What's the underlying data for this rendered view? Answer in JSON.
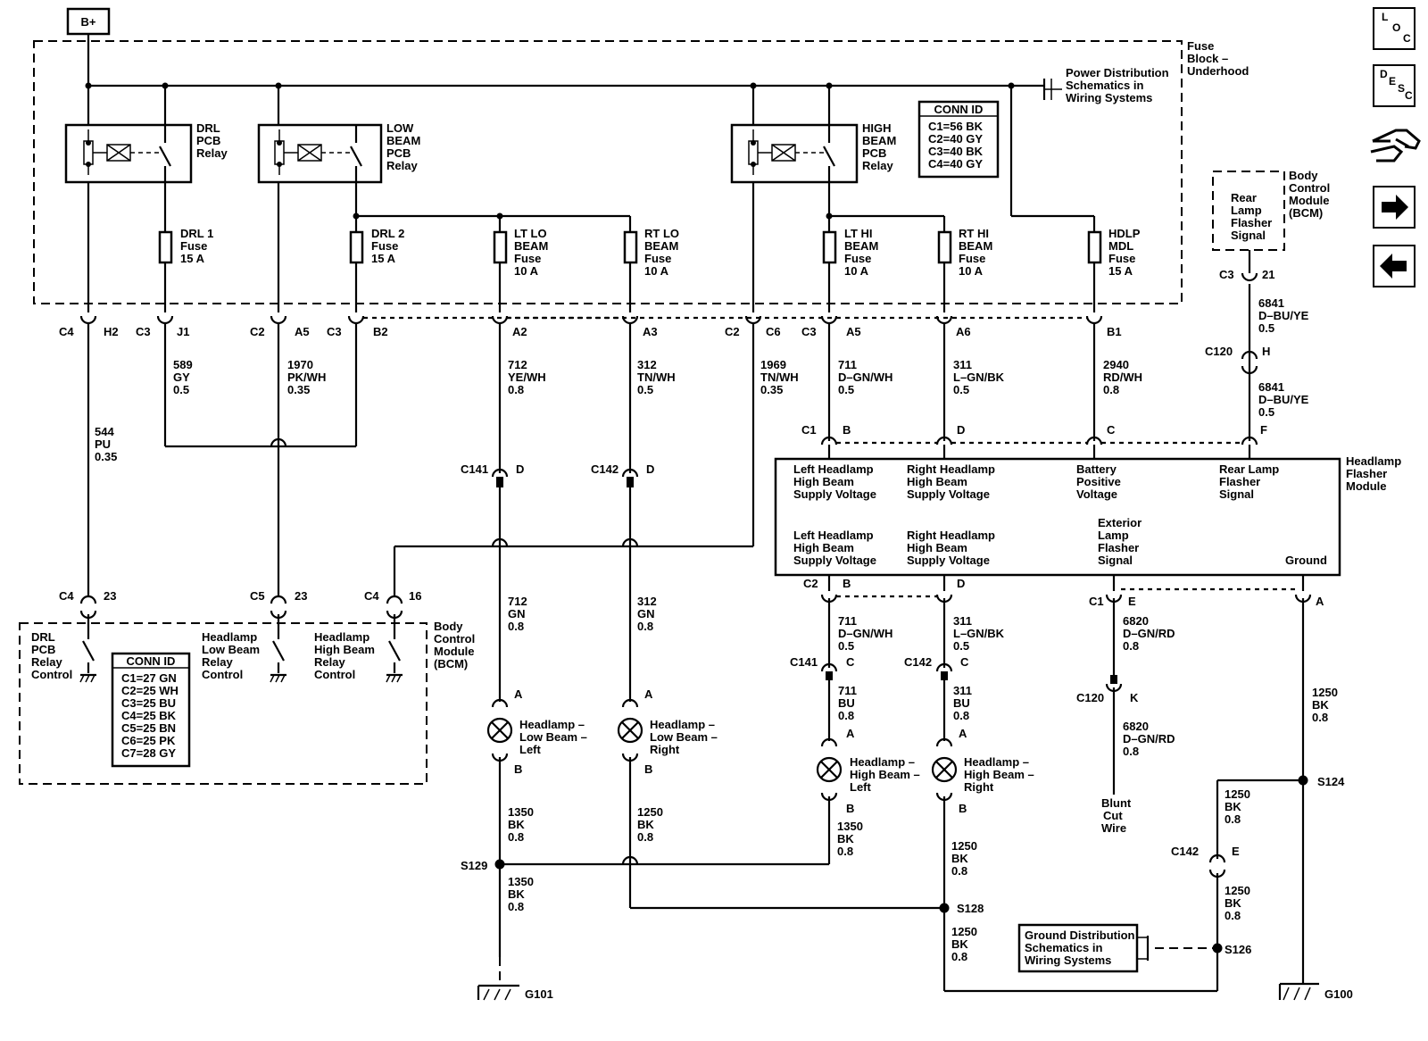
{
  "nav": {
    "loc": [
      "L",
      "O",
      "C"
    ],
    "desc": [
      "D",
      "E",
      "S",
      "C"
    ]
  },
  "battery": "B+",
  "fuse_block": [
    "Fuse",
    "Block –",
    "Underhood"
  ],
  "power_dist": [
    "Power Distribution",
    "Schematics in",
    "Wiring Systems"
  ],
  "relays": {
    "drl": [
      "DRL",
      "PCB",
      "Relay"
    ],
    "low": [
      "LOW",
      "BEAM",
      "PCB",
      "Relay"
    ],
    "high": [
      "HIGH",
      "BEAM",
      "PCB",
      "Relay"
    ]
  },
  "conn_id_top": {
    "title": "CONN ID",
    "lines": [
      "C1=56 BK",
      "C2=40 GY",
      "C3=40 BK",
      "C4=40 GY"
    ]
  },
  "conn_id_bcm": {
    "title": "CONN ID",
    "lines": [
      "C1=27 GN",
      "C2=25 WH",
      "C3=25 BU",
      "C4=25 BK",
      "C5=25 BN",
      "C6=25 PK",
      "C7=28 GY"
    ]
  },
  "fuses": {
    "drl1": [
      "DRL 1",
      "Fuse",
      "15 A"
    ],
    "drl2": [
      "DRL 2",
      "Fuse",
      "15 A"
    ],
    "ltlo": [
      "LT LO",
      "BEAM",
      "Fuse",
      "10 A"
    ],
    "rtlo": [
      "RT LO",
      "BEAM",
      "Fuse",
      "10 A"
    ],
    "lthi": [
      "LT HI",
      "BEAM",
      "Fuse",
      "10 A"
    ],
    "rthi": [
      "RT HI",
      "BEAM",
      "Fuse",
      "10 A"
    ],
    "hdlp": [
      "HDLP",
      "MDL",
      "Fuse",
      "15 A"
    ]
  },
  "connectors": {
    "c4": "C4",
    "h2": "H2",
    "c3a": "C3",
    "j1": "J1",
    "c2a": "C2",
    "a5a": "A5",
    "c3b": "C3",
    "b2": "B2",
    "a2": "A2",
    "a3": "A3",
    "c2b": "C2",
    "c6": "C6",
    "c3c": "C3",
    "a5b": "A5",
    "a6": "A6",
    "b1": "B1",
    "c141a": "C141",
    "d1": "D",
    "c142a": "C142",
    "d2": "D",
    "c1a": "C1",
    "b_c1": "B",
    "d_c1": "D",
    "c_c1": "C",
    "f_c1": "F",
    "c2c": "C2",
    "b_c2": "B",
    "d_c2": "D",
    "c1b": "C1",
    "e_c1": "E",
    "a_gnd": "A",
    "c141b": "C141",
    "c_a": "C",
    "c142b": "C142",
    "c_b": "C",
    "c120a": "C120",
    "h": "H",
    "c3bcm": "C3",
    "n21": "21",
    "c120b": "C120",
    "k": "K",
    "c4bcm": "C4",
    "n23a": "23",
    "c5bcm": "C5",
    "n23b": "23",
    "c4bcm2": "C4",
    "n16": "16",
    "c142c": "C142",
    "e2": "E",
    "al1": "A",
    "bl1": "B",
    "al2": "A",
    "bl2": "B",
    "ah1": "A",
    "bh1": "B",
    "ah2": "A",
    "bh2": "B"
  },
  "wires": {
    "w589": [
      "589",
      "GY",
      "0.5"
    ],
    "w1970": [
      "1970",
      "PK/WH",
      "0.35"
    ],
    "w544": [
      "544",
      "PU",
      "0.35"
    ],
    "w712a": [
      "712",
      "YE/WH",
      "0.8"
    ],
    "w312a": [
      "312",
      "TN/WH",
      "0.5"
    ],
    "w1969": [
      "1969",
      "TN/WH",
      "0.35"
    ],
    "w711a": [
      "711",
      "D–GN/WH",
      "0.5"
    ],
    "w311a": [
      "311",
      "L–GN/BK",
      "0.5"
    ],
    "w2940": [
      "2940",
      "RD/WH",
      "0.8"
    ],
    "w6841a": [
      "6841",
      "D–BU/YE",
      "0.5"
    ],
    "w6841b": [
      "6841",
      "D–BU/YE",
      "0.5"
    ],
    "w712b": [
      "712",
      "GN",
      "0.8"
    ],
    "w312b": [
      "312",
      "GN",
      "0.8"
    ],
    "w711b": [
      "711",
      "D–GN/WH",
      "0.5"
    ],
    "w311b": [
      "311",
      "L–GN/BK",
      "0.5"
    ],
    "w711c": [
      "711",
      "BU",
      "0.8"
    ],
    "w311c": [
      "311",
      "BU",
      "0.8"
    ],
    "w6820a": [
      "6820",
      "D–GN/RD",
      "0.8"
    ],
    "w6820b": [
      "6820",
      "D–GN/RD",
      "0.8"
    ],
    "w1250a": [
      "1250",
      "BK",
      "0.8"
    ],
    "w1350a": [
      "1350",
      "BK",
      "0.8"
    ],
    "w1250b": [
      "1250",
      "BK",
      "0.8"
    ],
    "w1350b": [
      "1350",
      "BK",
      "0.8"
    ],
    "w1350c": [
      "1350",
      "BK",
      "0.8"
    ],
    "w1250c": [
      "1250",
      "BK",
      "0.8"
    ],
    "w1250d": [
      "1250",
      "BK",
      "0.8"
    ],
    "w1250e": [
      "1250",
      "BK",
      "0.8"
    ],
    "w1250f": [
      "1250",
      "BK",
      "0.8"
    ]
  },
  "module": {
    "name": [
      "Headlamp",
      "Flasher",
      "Module"
    ],
    "t1": [
      "Left Headlamp",
      "High Beam",
      "Supply Voltage"
    ],
    "t2": [
      "Right Headlamp",
      "High Beam",
      "Supply Voltage"
    ],
    "t3": [
      "Battery",
      "Positive",
      "Voltage"
    ],
    "t4": [
      "Rear Lamp",
      "Flasher",
      "Signal"
    ],
    "b1": [
      "Left Headlamp",
      "High Beam",
      "Supply Voltage"
    ],
    "b2": [
      "Right Headlamp",
      "High Beam",
      "Supply Voltage"
    ],
    "b3": [
      "Exterior",
      "Lamp",
      "Flasher",
      "Signal"
    ],
    "b4": "Ground"
  },
  "bcm_top": {
    "signal": [
      "Rear",
      "Lamp",
      "Flasher",
      "Signal"
    ],
    "name": [
      "Body",
      "Control",
      "Module",
      "(BCM)"
    ]
  },
  "bcm_bottom": {
    "name": [
      "Body",
      "Control",
      "Module",
      "(BCM)"
    ],
    "drl": [
      "DRL",
      "PCB",
      "Relay",
      "Control"
    ],
    "low": [
      "Headlamp",
      "Low Beam",
      "Relay",
      "Control"
    ],
    "high": [
      "Headlamp",
      "High Beam",
      "Relay",
      "Control"
    ]
  },
  "lamps": {
    "lowleft": [
      "Headlamp –",
      "Low Beam –",
      "Left"
    ],
    "lowright": [
      "Headlamp –",
      "Low Beam –",
      "Right"
    ],
    "highleft": [
      "Headlamp –",
      "High Beam –",
      "Left"
    ],
    "highright": [
      "Headlamp –",
      "High Beam –",
      "Right"
    ]
  },
  "splices": {
    "s129": "S129",
    "s128": "S128",
    "s124": "S124",
    "s126": "S126"
  },
  "grounds": {
    "g101": "G101",
    "g100": "G100"
  },
  "blunt": [
    "Blunt",
    "Cut",
    "Wire"
  ],
  "ground_dist": [
    "Ground Distribution",
    "Schematics in",
    "Wiring Systems"
  ]
}
